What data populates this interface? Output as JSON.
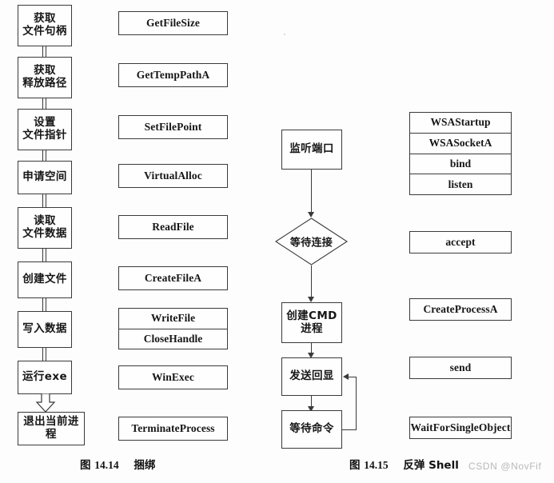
{
  "figure_left": {
    "caption_prefix": "图",
    "caption_number": "14.14",
    "caption_title": "捆绑",
    "steps": [
      {
        "label_line1": "获取",
        "label_line2": "文件句柄"
      },
      {
        "label_line1": "获取",
        "label_line2": "释放路径"
      },
      {
        "label_line1": "设置",
        "label_line2": "文件指针"
      },
      {
        "label_line1": "申请空间",
        "label_line2": ""
      },
      {
        "label_line1": "读取",
        "label_line2": "文件数据"
      },
      {
        "label_line1": "创建文件",
        "label_line2": ""
      },
      {
        "label_line1": "写入数据",
        "label_line2": ""
      },
      {
        "label_line1": "运行exe",
        "label_line2": ""
      },
      {
        "label_line1": "退出当前进程",
        "label_line2": ""
      }
    ],
    "apis": [
      {
        "names": [
          "GetFileSize"
        ]
      },
      {
        "names": [
          "GetTempPathA"
        ]
      },
      {
        "names": [
          "SetFilePoint"
        ]
      },
      {
        "names": [
          "VirtualAlloc"
        ]
      },
      {
        "names": [
          "ReadFile"
        ]
      },
      {
        "names": [
          "CreateFileA"
        ]
      },
      {
        "names": [
          "WriteFile",
          "CloseHandle"
        ]
      },
      {
        "names": [
          "WinExec"
        ]
      },
      {
        "names": [
          "TerminateProcess"
        ]
      }
    ]
  },
  "figure_right": {
    "caption_prefix": "图",
    "caption_number": "14.15",
    "caption_title": "反弹 Shell",
    "steps": [
      {
        "shape": "rect",
        "label_line1": "监听端口",
        "label_line2": ""
      },
      {
        "shape": "diamond",
        "label_line1": "等待连接",
        "label_line2": ""
      },
      {
        "shape": "rect",
        "label_line1": "创建CMD",
        "label_line2": "进程"
      },
      {
        "shape": "rect",
        "label_line1": "发送回显",
        "label_line2": ""
      },
      {
        "shape": "rect",
        "label_line1": "等待命令",
        "label_line2": ""
      }
    ],
    "apis": [
      {
        "names": [
          "WSAStartup",
          "WSASocketA",
          "bind",
          "listen"
        ]
      },
      {
        "names": [
          "accept"
        ]
      },
      {
        "names": [
          "CreateProcessA"
        ]
      },
      {
        "names": [
          "send"
        ]
      },
      {
        "names": [
          "WaitForSingleObject"
        ]
      }
    ]
  },
  "watermark": "CSDN @NovFif",
  "colors": {
    "stroke": "#3a3a3a",
    "page_background": "#fdfdfd",
    "box_fill": "#fefefe",
    "text": "#161616",
    "watermark": "#b9b9b9"
  }
}
